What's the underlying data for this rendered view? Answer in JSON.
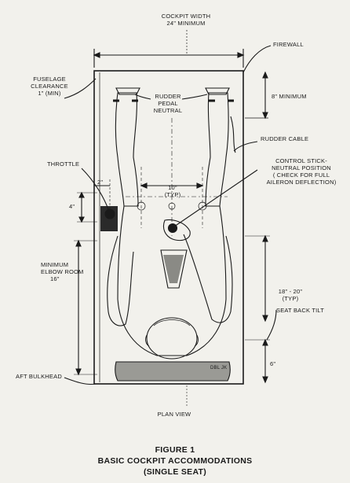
{
  "labels": {
    "cockpit_width": [
      "COCKPIT WIDTH",
      "24\" MINIMUM"
    ],
    "firewall": "FIREWALL",
    "fuselage_clearance": [
      "FUSELAGE",
      "CLEARANCE",
      "1\" (MIN)"
    ],
    "min_8": "8\" MINIMUM",
    "rudder_pedal": [
      "RUDDER",
      "PEDAL",
      "NEUTRAL"
    ],
    "rudder_cable": "RUDDER CABLE",
    "throttle": "THROTTLE",
    "control_stick": [
      "CONTROL STICK-",
      "NEUTRAL POSITION",
      "( CHECK FOR FULL",
      "AILERON DEFLECTION)"
    ],
    "dim_2": "2\"",
    "dim_4": "4\"",
    "dim_10": [
      "10\"",
      "(TYP)"
    ],
    "elbow_room": [
      "MINIMUM",
      "ELBOW ROOM",
      "16\""
    ],
    "dim_18_20": [
      "18\" - 20\"",
      "(TYP)"
    ],
    "seat_back_tilt": "SEAT BACK TILT",
    "aft_bulkhead": "AFT BULKHEAD",
    "dim_6": "6\"",
    "plan_view": "PLAN VIEW",
    "signature": "DBL JK"
  },
  "caption": {
    "figure": "FIGURE 1",
    "title": "BASIC COCKPIT ACCOMMODATIONS",
    "subtitle": "(SINGLE SEAT)"
  }
}
